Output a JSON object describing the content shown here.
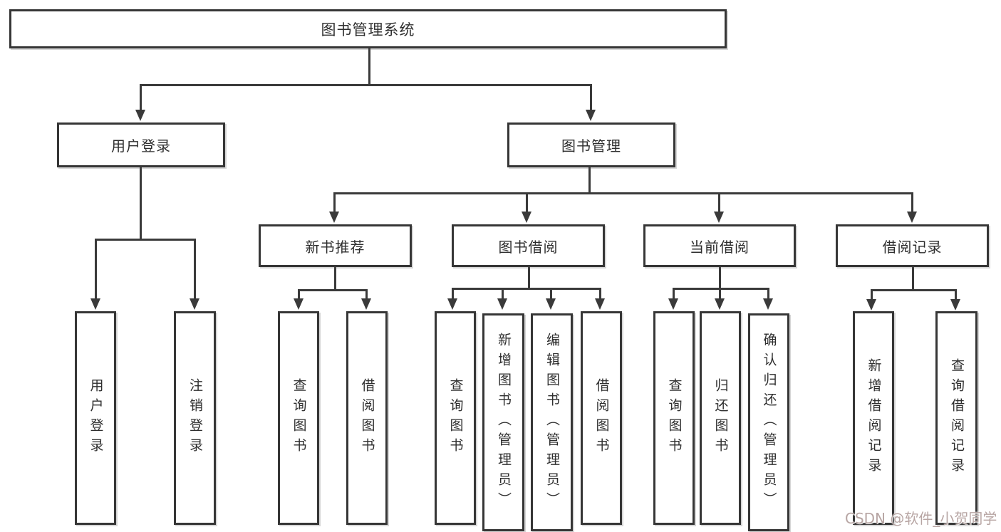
{
  "diagram": {
    "watermark": "CSDN @软件_小贺同学",
    "colors": {
      "line": "#3a3a3a",
      "box_border": "#363636",
      "box_bg": "#ffffff",
      "text": "#2e2e2e",
      "watermark": "#b7a5a3"
    },
    "nodes": {
      "root": {
        "label": "图书管理系统"
      },
      "user_login": {
        "label": "用户登录"
      },
      "book_mgmt": {
        "label": "图书管理"
      },
      "new_book_rec": {
        "label": "新书推荐"
      },
      "book_borrow": {
        "label": "图书借阅"
      },
      "current_borrow": {
        "label": "当前借阅"
      },
      "borrow_records": {
        "label": "借阅记录"
      },
      "leaf_user_login": {
        "label": "用户登录"
      },
      "leaf_logout": {
        "label": "注销登录"
      },
      "rec_query_books": {
        "label": "查询图书"
      },
      "rec_borrow_books": {
        "label": "借阅图书"
      },
      "bb_query_books": {
        "label": "查询图书"
      },
      "bb_add_books": {
        "label": "新增图书（管理员）"
      },
      "bb_edit_books": {
        "label": "编辑图书（管理员）"
      },
      "bb_borrow_books": {
        "label": "借阅图书"
      },
      "cb_query_books": {
        "label": "查询图书"
      },
      "cb_return_books": {
        "label": "归还图书"
      },
      "cb_confirm_return": {
        "label": "确认归还（管理员）"
      },
      "br_add_record": {
        "label": "新增借阅记录"
      },
      "br_query_record": {
        "label": "查询借阅记录"
      }
    }
  }
}
